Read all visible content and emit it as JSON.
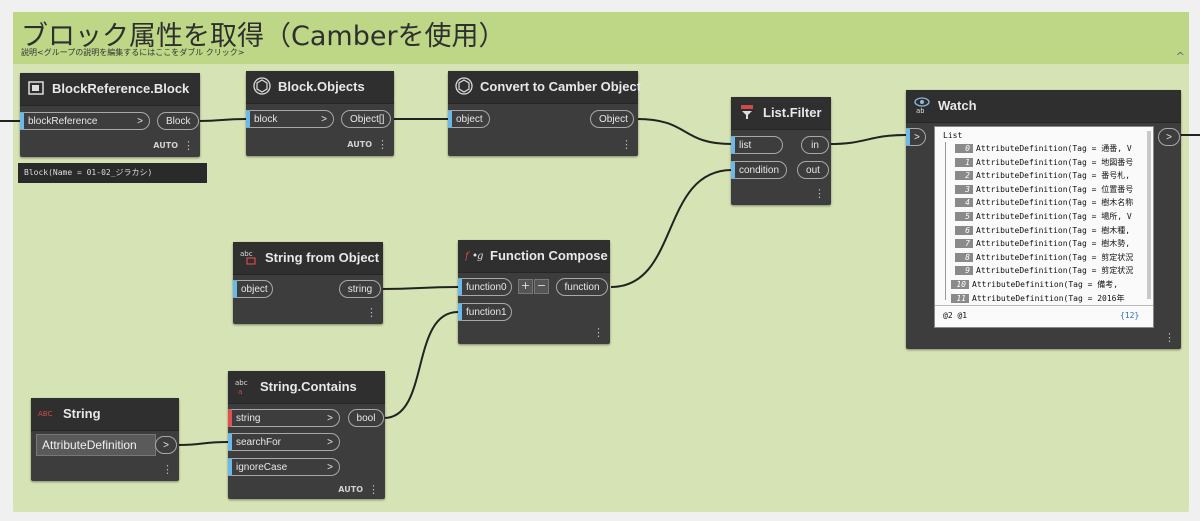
{
  "group": {
    "title": "ブロック属性を取得（Camberを使用）",
    "description": "説明<グループの説明を編集するにはここをダブル クリック>",
    "collapse_icon": "^"
  },
  "nodes": {
    "block_reference": {
      "title": "BlockReference.Block",
      "input": "blockReference",
      "output": "Block",
      "lacing": "AUTO",
      "preview": "Block(Name = 01-02_ジラカシ)"
    },
    "block_objects": {
      "title": "Block.Objects",
      "input": "block",
      "output": "Object[]",
      "lacing": "AUTO"
    },
    "convert_camber": {
      "title": "Convert to Camber Object",
      "input": "object",
      "output": "Object"
    },
    "list_filter": {
      "title": "List.Filter",
      "inputs": [
        "list",
        "condition"
      ],
      "outputs": [
        "in",
        "out"
      ]
    },
    "watch": {
      "title": "Watch",
      "input": ">",
      "output": ">"
    },
    "string_from_object": {
      "title": "String from Object",
      "input": "object",
      "output": "string"
    },
    "function_compose": {
      "title": "Function Compose",
      "inputs": [
        "function0",
        "function1"
      ],
      "output": "function",
      "add": "+",
      "remove": "−"
    },
    "string_contains": {
      "title": "String.Contains",
      "inputs": [
        "string",
        "searchFor",
        "ignoreCase"
      ],
      "output": "bool",
      "lacing": "AUTO"
    },
    "string_input": {
      "title": "String",
      "value": "AttributeDefinition",
      "output": ">"
    }
  },
  "watch_list": {
    "header": "List",
    "items": [
      {
        "index": "0",
        "text": "AttributeDefinition(Tag = 通番, V"
      },
      {
        "index": "1",
        "text": "AttributeDefinition(Tag = 地図番号"
      },
      {
        "index": "2",
        "text": "AttributeDefinition(Tag = 番号札,"
      },
      {
        "index": "3",
        "text": "AttributeDefinition(Tag = 位置番号"
      },
      {
        "index": "4",
        "text": "AttributeDefinition(Tag = 樹木名称"
      },
      {
        "index": "5",
        "text": "AttributeDefinition(Tag = 場所, V"
      },
      {
        "index": "6",
        "text": "AttributeDefinition(Tag = 樹木種,"
      },
      {
        "index": "7",
        "text": "AttributeDefinition(Tag = 樹木勢,"
      },
      {
        "index": "8",
        "text": "AttributeDefinition(Tag = 剪定状況"
      },
      {
        "index": "9",
        "text": "AttributeDefinition(Tag = 剪定状況"
      },
      {
        "index": "10",
        "text": "AttributeDefinition(Tag = 備考,"
      },
      {
        "index": "11",
        "text": "AttributeDefinition(Tag = 2016年"
      }
    ],
    "levels": "@2 @1",
    "count": "{12}"
  },
  "menu_icon": "⋮",
  "colors": {
    "group_bg": "#d6e3b4",
    "group_header": "#bdd787",
    "node_bg": "#3d3d3d",
    "input_port": "#6bb9e8",
    "required_port": "#e05050"
  }
}
